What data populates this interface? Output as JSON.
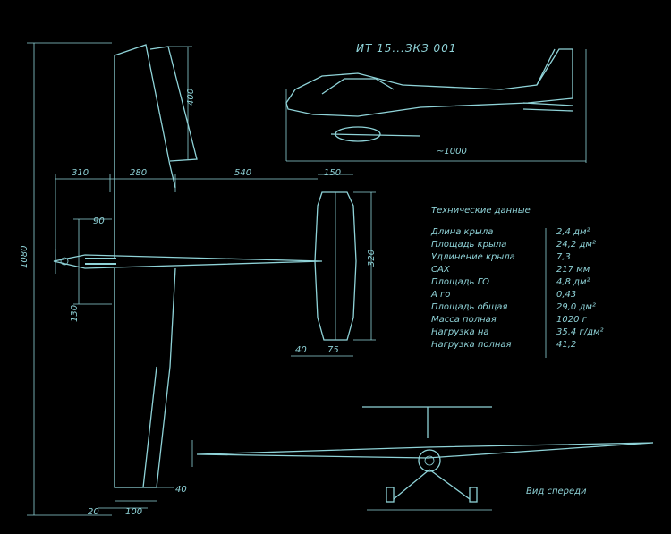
{
  "drawing": {
    "title": "ИТ 15...ЗКЗ 001",
    "caption_front": "Вид спереди",
    "dimensions": {
      "wing_chord": "400",
      "wing_root_left": "310",
      "wing_root_mid": "280",
      "tail_arm": "540",
      "stab_chord": "150",
      "stab_span": "320",
      "span_total": "1080",
      "nose": "90",
      "fuselage_lower": "130",
      "stab_left": "40",
      "stab_right": "75",
      "aileron": "40",
      "root_bottom_a": "20",
      "root_bottom_b": "100",
      "length_side": "~1000"
    },
    "specs": {
      "heading": "Технические данные",
      "rows": [
        {
          "label": "Длина крыла",
          "value": "2,4 дм²"
        },
        {
          "label": "Площадь крыла",
          "value": "24,2 дм²"
        },
        {
          "label": "Удлинение крыла",
          "value": "7,3"
        },
        {
          "label": "САХ",
          "value": "217 мм"
        },
        {
          "label": "Площадь ГО",
          "value": "4,8 дм²"
        },
        {
          "label": "А го",
          "value": "0,43"
        },
        {
          "label": "Площадь общая",
          "value": "29,0 дм²"
        },
        {
          "label": "Масса полная",
          "value": "1020 г"
        },
        {
          "label": "Нагрузка на",
          "value": "35,4 г/дм²"
        },
        {
          "label": "Нагрузка полная",
          "value": "41,2"
        }
      ]
    }
  }
}
